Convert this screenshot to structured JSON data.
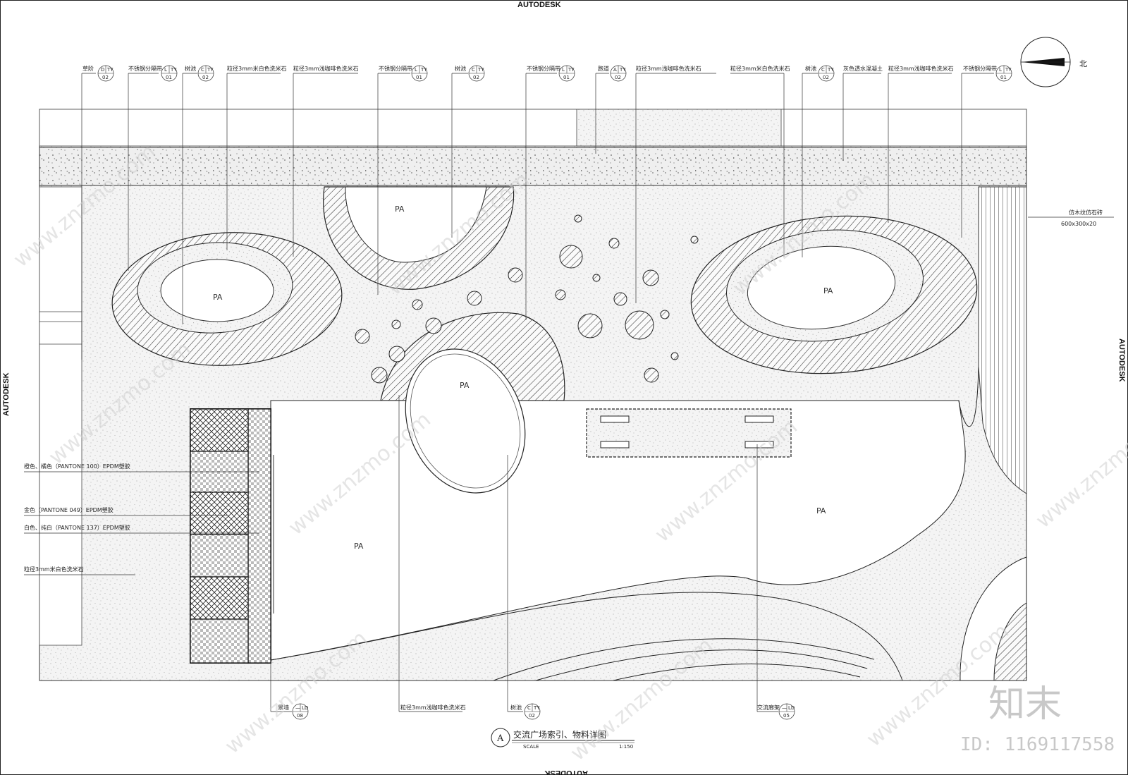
{
  "brand": {
    "autodesk": "AUTODESK"
  },
  "north": {
    "label": "北"
  },
  "top_callouts": [
    {
      "text": "草阶",
      "tag_top": "D",
      "tag_tr": "TY",
      "tag_bot": "02"
    },
    {
      "text": "不锈钢分隔带",
      "tag_top": "L",
      "tag_tr": "TY",
      "tag_bot": "01"
    },
    {
      "text": "树池",
      "tag_top": "C",
      "tag_tr": "TY",
      "tag_bot": "02"
    },
    {
      "text": "粒径3mm米白色洗米石"
    },
    {
      "text": "粒径3mm浅咖啡色洗米石"
    },
    {
      "text": "不锈钢分隔带",
      "tag_top": "L",
      "tag_tr": "TY",
      "tag_bot": "01"
    },
    {
      "text": "树池",
      "tag_top": "C",
      "tag_tr": "TY",
      "tag_bot": "02"
    },
    {
      "text": "不锈钢分隔带",
      "tag_top": "L",
      "tag_tr": "TY",
      "tag_bot": "01"
    },
    {
      "text": "跑道",
      "tag_top": "A",
      "tag_tr": "TY",
      "tag_bot": "02"
    },
    {
      "text": "粒径3mm浅咖啡色洗米石"
    },
    {
      "text": "粒径3mm米白色洗米石"
    },
    {
      "text": "树池",
      "tag_top": "C",
      "tag_tr": "TY",
      "tag_bot": "02"
    },
    {
      "text": "灰色透水混凝土"
    },
    {
      "text": "粒径3mm浅咖啡色洗米石"
    },
    {
      "text": "不锈钢分隔带",
      "tag_top": "L",
      "tag_tr": "TY",
      "tag_bot": "01"
    }
  ],
  "right_callout": {
    "line1": "仿木纹仿石砖",
    "line2": "600x300x20"
  },
  "left_callouts": [
    "橙色、橘色（PANTONE 100）EPDM塑胶",
    "金色（PANTONE 049）EPDM塑胶",
    "白色、纯白（PANTONE 137）EPDM塑胶",
    "粒径3mm米白色洗米石"
  ],
  "bottom_callouts": [
    {
      "text": "景墙",
      "tag_top": "—",
      "tag_tr": "LD",
      "tag_bot": "08"
    },
    {
      "text": "粒径3mm浅咖啡色洗米石"
    },
    {
      "text": "树池",
      "tag_top": "C",
      "tag_tr": "TY",
      "tag_bot": "02"
    },
    {
      "text": "交流廊架",
      "tag_top": "—",
      "tag_tr": "LD",
      "tag_bot": "05"
    }
  ],
  "areas": {
    "pa": "PA"
  },
  "title": {
    "marker": "A",
    "text": "交流广场索引、物料详图",
    "scale_label": "SCALE",
    "scale_value": "1:150"
  },
  "watermark": {
    "site": "www.znzmo.com",
    "logo": "知末",
    "id": "ID: 1169117558"
  }
}
